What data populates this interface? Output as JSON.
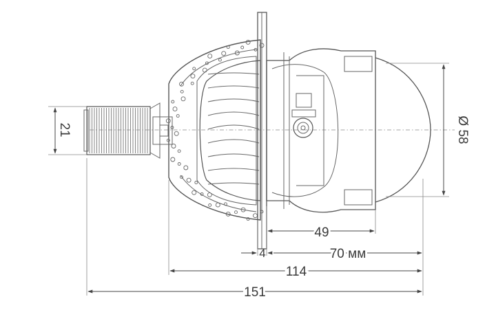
{
  "colors": {
    "line": "#555555",
    "text": "#3a3a3a",
    "background": "#ffffff"
  },
  "dimensions": {
    "diameter": "Ø 58",
    "connector": "21",
    "lens_depth": "49",
    "flange": "4",
    "front_length": "70 мм",
    "body_length": "114",
    "total_length": "151"
  }
}
